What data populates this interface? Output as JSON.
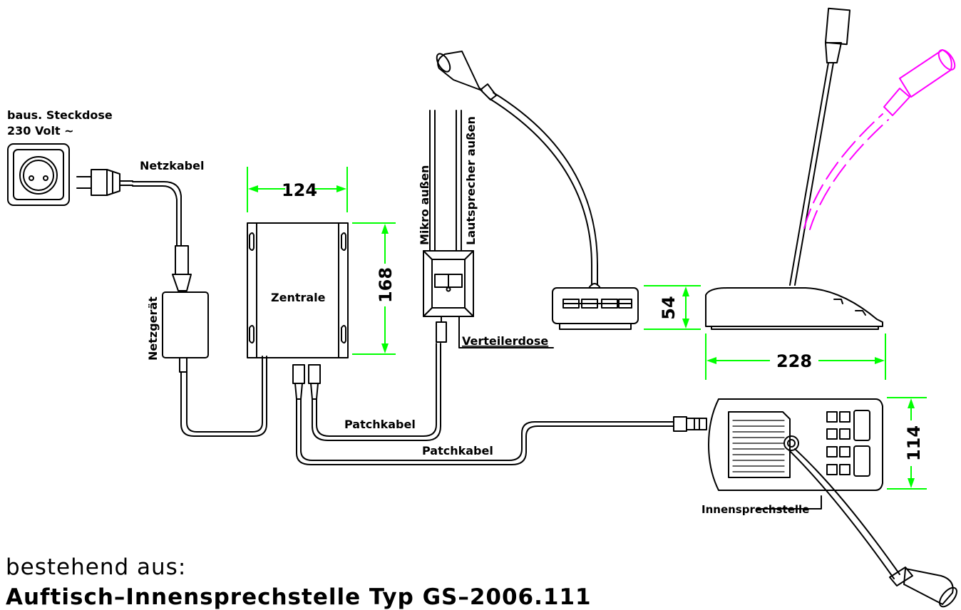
{
  "labels": {
    "socket": [
      "baus. Steckdose",
      "230  Volt  ~"
    ],
    "netzkabel": "Netzkabel",
    "netzgeraet": "Netzgerät",
    "zentrale": "Zentrale",
    "mikro_aussen": "Mikro  außen",
    "lautsprecher_aussen": "Lautsprecher  außen",
    "verteilerdose": "Verteilerdose",
    "patchkabel_1": "Patchkabel",
    "patchkabel_2": "Patchkabel",
    "innensprechstelle": "Innensprechstelle"
  },
  "dimensions": {
    "zentrale_width": "124",
    "zentrale_height": "168",
    "desk_height": "54",
    "desk_depth": "228",
    "panel_height": "114"
  },
  "captions": {
    "intro": "bestehend  aus:",
    "product": "Auftisch–Innensprechstelle  Typ  GS–2006.111"
  },
  "colors": {
    "line": "#000000",
    "dimension": "#00ff00",
    "alternate_position": "#ff00ff"
  }
}
